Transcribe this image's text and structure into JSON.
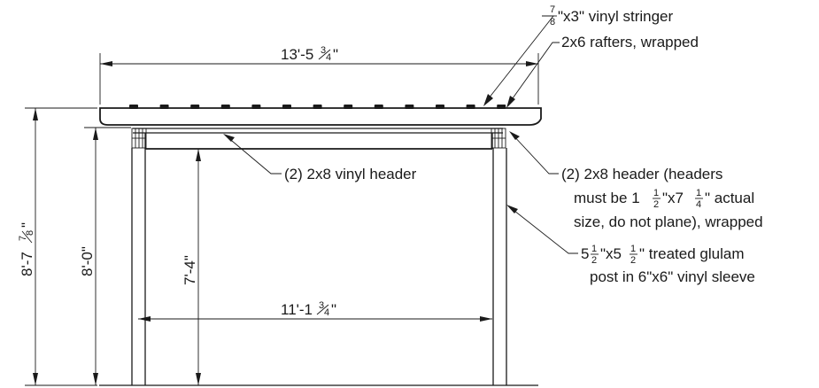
{
  "dimensions": {
    "overall_width": {
      "whole": "13'-5",
      "num": "3",
      "den": "4",
      "tail": "\""
    },
    "inner_width": {
      "whole": "11'-1",
      "num": "3",
      "den": "4",
      "tail": "\""
    },
    "total_height": {
      "whole": "8'-7",
      "num": "7",
      "den": "8",
      "tail": "\""
    },
    "post_height": "8'-0\"",
    "clear_height": "7'-4\""
  },
  "callouts": {
    "stringer": {
      "num": "7",
      "den": "8",
      "rest": "\"x3\" vinyl stringer"
    },
    "rafters": "2x6 rafters, wrapped",
    "vinyl_header": "(2) 2x8 vinyl header",
    "header": {
      "line1": "(2) 2x8 header (headers",
      "line2_a": "must be 1",
      "line2_b": "\"x7",
      "line2_c": "\" actual",
      "frac1": {
        "num": "1",
        "den": "2"
      },
      "frac2": {
        "num": "1",
        "den": "4"
      },
      "line3": "size, do not plane), wrapped"
    },
    "post": {
      "a": "5",
      "b": "\"x5",
      "c": "\" treated glulam",
      "frac1": {
        "num": "1",
        "den": "2"
      },
      "frac2": {
        "num": "1",
        "den": "2"
      },
      "line2": "post in 6\"x6\" vinyl sleeve"
    }
  }
}
